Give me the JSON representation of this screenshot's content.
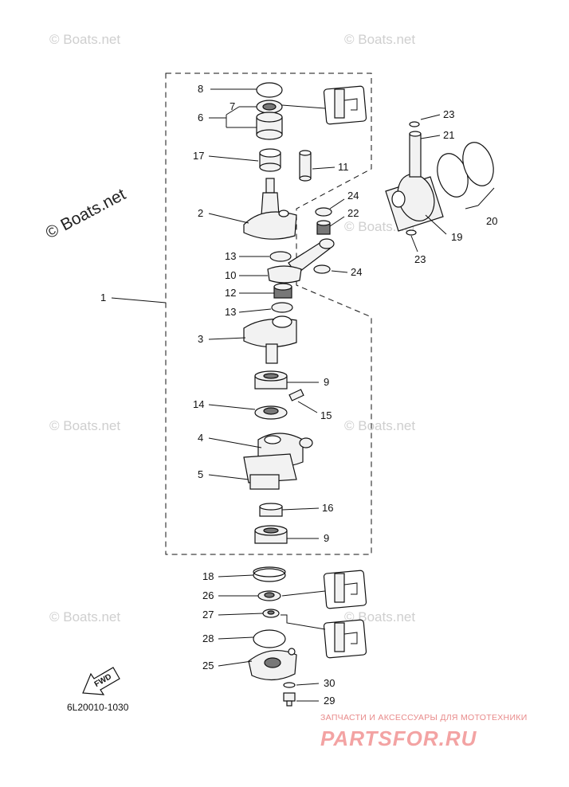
{
  "watermark": "© Boats.net",
  "watermark_large": "© Boats.net",
  "diagram_code": "6L20010-1030",
  "fwd_label": "FWD",
  "brand": {
    "tagline": "ЗАПЧАСТИ И АКСЕССУАРЫ ДЛЯ МОТОТЕХНИКИ",
    "logo_text": "PARTSFOR.RU"
  },
  "callouts": {
    "c1": "1",
    "c2": "2",
    "c3": "3",
    "c4": "4",
    "c5": "5",
    "c6": "6",
    "c7": "7",
    "c8": "8",
    "c9a": "9",
    "c9b": "9",
    "c10": "10",
    "c11": "11",
    "c12": "12",
    "c13a": "13",
    "c13b": "13",
    "c14": "14",
    "c15": "15",
    "c16": "16",
    "c17": "17",
    "c18": "18",
    "c19": "19",
    "c20": "20",
    "c21": "21",
    "c22": "22",
    "c23a": "23",
    "c23b": "23",
    "c24a": "24",
    "c24b": "24",
    "c25": "25",
    "c26": "26",
    "c27": "27",
    "c28": "28",
    "c29": "29",
    "c30": "30"
  }
}
